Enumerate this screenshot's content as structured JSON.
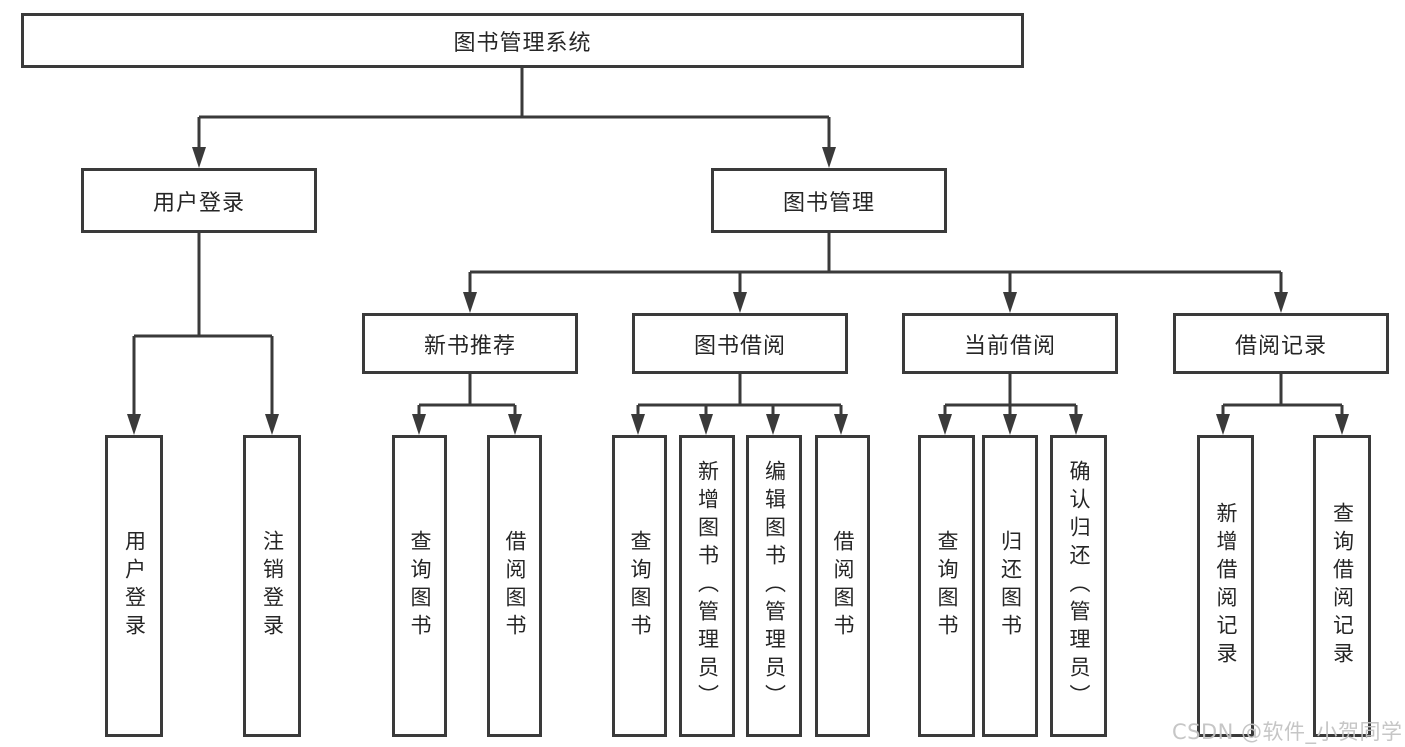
{
  "diagram": {
    "root": "图书管理系统",
    "level2": {
      "user_login": "用户登录",
      "book_management": "图书管理"
    },
    "level3": {
      "new_book_recommend": "新书推荐",
      "book_borrowing": "图书借阅",
      "current_borrowing": "当前借阅",
      "borrowing_records": "借阅记录"
    },
    "leaves": {
      "user_login": "用户登录",
      "logout": "注销登录",
      "recommend_query_books": "查询图书",
      "recommend_borrow_books": "借阅图书",
      "borrowing_query_books": "查询图书",
      "borrowing_add_books": "新增图书（管理员）",
      "borrowing_edit_books": "编辑图书（管理员）",
      "borrowing_borrow_books": "借阅图书",
      "current_query_books": "查询图书",
      "current_return_books": "归还图书",
      "current_confirm_return": "确认归还（管理员）",
      "records_add_record": "新增借阅记录",
      "records_query_record": "查询借阅记录"
    }
  },
  "watermark": "CSDN @软件_小贺同学",
  "colors": {
    "line": "#3a3a3a",
    "text": "#262626",
    "watermark": "#c3c3c3",
    "background": "#ffffff"
  }
}
